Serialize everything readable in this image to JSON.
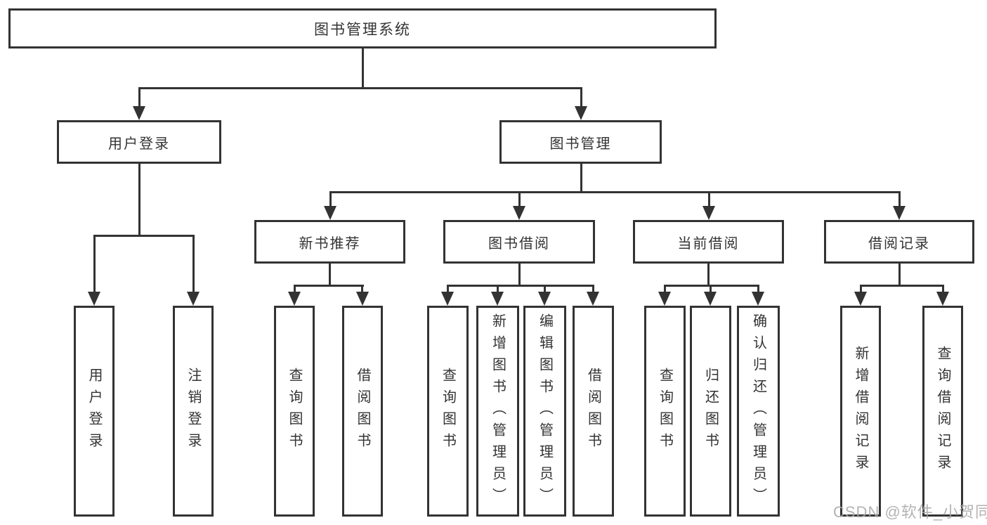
{
  "tree": {
    "label": "图书管理系统",
    "children": [
      {
        "label": "用户登录",
        "children": [
          {
            "label": "用户登录"
          },
          {
            "label": "注销登录"
          }
        ]
      },
      {
        "label": "图书管理",
        "children": [
          {
            "label": "新书推荐",
            "children": [
              {
                "label": "查询图书"
              },
              {
                "label": "借阅图书"
              }
            ]
          },
          {
            "label": "图书借阅",
            "children": [
              {
                "label": "查询图书"
              },
              {
                "label": "新增图书（管理员）"
              },
              {
                "label": "编辑图书（管理员）"
              },
              {
                "label": "借阅图书"
              }
            ]
          },
          {
            "label": "当前借阅",
            "children": [
              {
                "label": "查询图书"
              },
              {
                "label": "归还图书"
              },
              {
                "label": "确认归还（管理员）"
              }
            ]
          },
          {
            "label": "借阅记录",
            "children": [
              {
                "label": "新增借阅记录"
              },
              {
                "label": "查询借阅记录"
              }
            ]
          }
        ]
      }
    ]
  },
  "watermark": {
    "text": "CSDN @软件_小贺同学"
  },
  "colors": {
    "line": "#333333",
    "text": "#333333",
    "background": "#ffffff",
    "watermark": "#a9a9a9"
  }
}
